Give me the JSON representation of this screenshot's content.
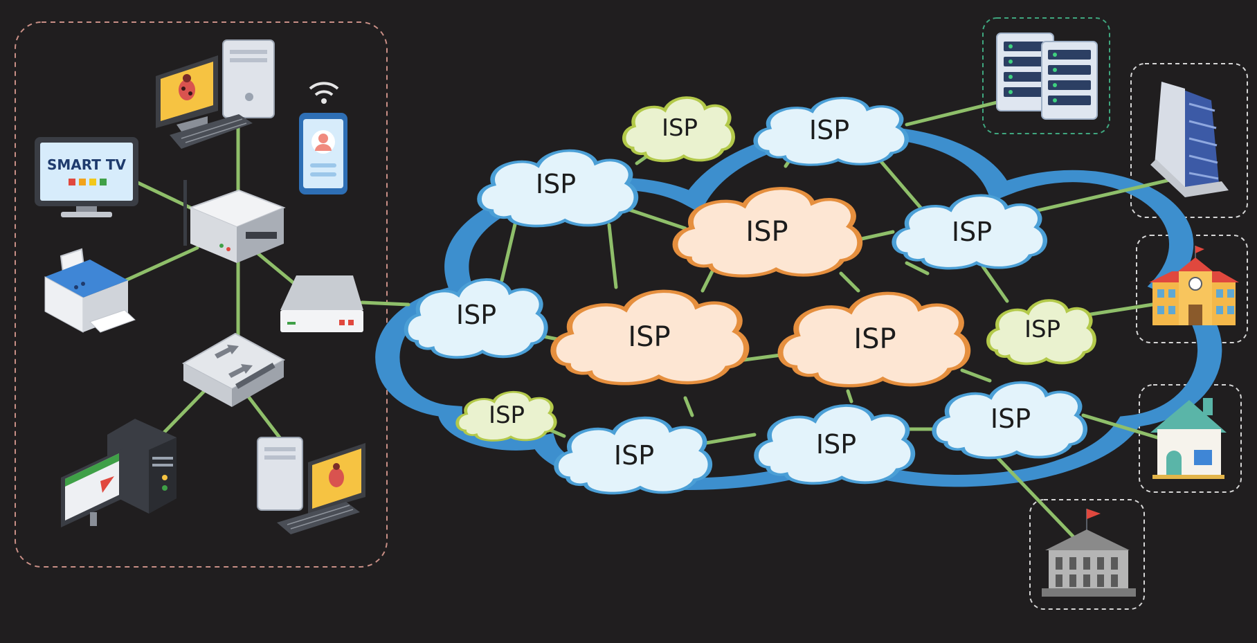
{
  "isp_label": "ISP",
  "smart_tv_label": "SMART TV",
  "colors": {
    "background": "#201e1f",
    "link": "#8fbf6a",
    "outer_cloud": "#3d8fce",
    "isp_blue_fill": "#e3f3fb",
    "isp_blue_stroke": "#4b9fd6",
    "isp_orange_fill": "#fde6d3",
    "isp_orange_stroke": "#e58f3e",
    "isp_green_fill": "#eaf2cf",
    "isp_green_stroke": "#b3c94a",
    "home_network_border": "#c98f86",
    "datacenter_border": "#3fa77f",
    "endpoint_border": "#d6d6d6"
  },
  "diagram": {
    "local_network_devices": [
      "desktop-pc-virus-icon",
      "smartphone-icon",
      "smart-tv-icon",
      "wifi-router-icon",
      "printer-icon",
      "modem-icon",
      "network-switch-icon",
      "video-pc-icon",
      "desktop-pc-virus-icon"
    ],
    "isp_nodes": [
      {
        "id": "isp-1",
        "style": "green"
      },
      {
        "id": "isp-2",
        "style": "blue"
      },
      {
        "id": "isp-3",
        "style": "blue"
      },
      {
        "id": "isp-4",
        "style": "orange"
      },
      {
        "id": "isp-5",
        "style": "blue"
      },
      {
        "id": "isp-6",
        "style": "blue"
      },
      {
        "id": "isp-7",
        "style": "orange"
      },
      {
        "id": "isp-8",
        "style": "orange"
      },
      {
        "id": "isp-9",
        "style": "green"
      },
      {
        "id": "isp-10",
        "style": "green"
      },
      {
        "id": "isp-11",
        "style": "blue"
      },
      {
        "id": "isp-12",
        "style": "blue"
      },
      {
        "id": "isp-13",
        "style": "blue"
      }
    ],
    "endpoints": [
      "server-rack-icon",
      "office-building-icon",
      "school-icon",
      "house-icon",
      "government-building-icon"
    ]
  }
}
